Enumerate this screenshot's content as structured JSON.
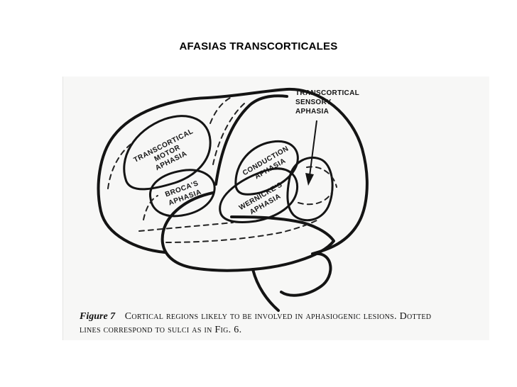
{
  "slide": {
    "title": "AFASIAS TRANSCORTICALES"
  },
  "figure": {
    "callout": {
      "line1": "TRANSCORTICAL",
      "line2": "SENSORY",
      "line3": "APHASIA"
    },
    "regions": {
      "transcortical_motor": {
        "line1": "TRANSCORTICAL",
        "line2": "MOTOR",
        "line3": "APHASIA"
      },
      "brocas": {
        "line1": "BROCA'S",
        "line2": "APHASIA"
      },
      "conduction": {
        "line1": "CONDUCTION",
        "line2": "APHASIA"
      },
      "wernickes": {
        "line1": "WERNICKE'S",
        "line2": "APHASIA"
      }
    },
    "caption": {
      "label": "Figure 7",
      "line1": "Cortical regions likely to be involved in aphasiogenic lesions. Dotted",
      "line2": "lines correspond to sulci as in Fig. 6."
    }
  },
  "colors": {
    "ink": "#141414",
    "scan_background": "#f7f7f6"
  }
}
